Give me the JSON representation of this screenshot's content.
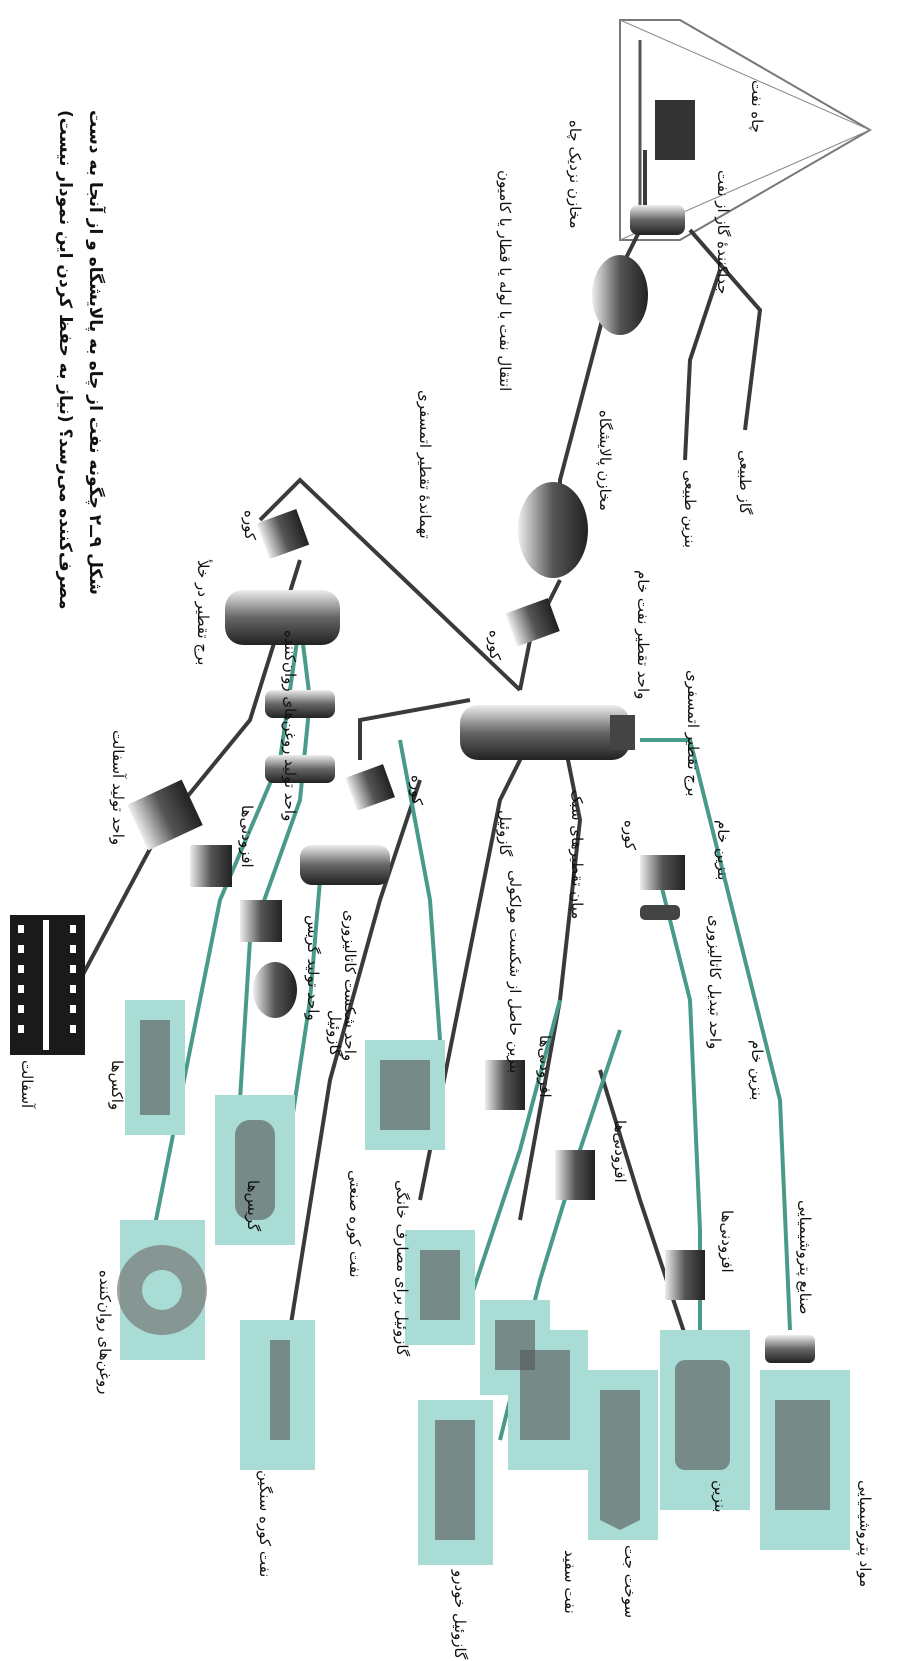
{
  "labels": {
    "oil_well": "چاه نفت",
    "gas_separator": "جداکنندهٔ گاز از نفت",
    "near_well_tanks": "مخازن نزدیک چاه",
    "transport": "انتقال نفت با لوله یا قطار یا کامیون",
    "natural_gas": "گاز طبیعی",
    "natural_gasoline": "بنزین طبیعی",
    "refinery_tanks": "مخازن پالایشگاه",
    "furnace_1": "کوره",
    "atm_residue": "تهماندهٔ تقطیر اتمسفری",
    "furnace_2": "کوره",
    "vacuum_tower": "برج تقطیر در خلأ",
    "crude_unit": "واحد تقطیر نفت خام",
    "atm_tower": "برج تقطیر اتمسفری",
    "raw_gasoline": "بنزین خام",
    "furnace_3": "کوره",
    "light_middle": "میان تقطیرهای سبک",
    "gasoil": "گازوئیل",
    "catalytic_conversion": "واحد تبدیل کاتالیزوری",
    "cracked_gasoline": "بنزین حاصل از شکست مولکولی",
    "catalytic_cracking": "واحد شکست کاتالیزوری",
    "furnace_4": "کوره",
    "lube_unit": "واحد تولید روغن‌های روان‌کننده",
    "additives_1": "افزودنی‌ها",
    "asphalt_unit": "واحد تولید آسفالت",
    "grease_unit": "واحد تولید گریس",
    "crude_gasoline_line": "بنزین خام",
    "petro_industry": "صنایع پتروشیمیایی",
    "additives_2": "افزودنی‌ها",
    "additives_3": "افزودنی‌ها",
    "additives_4": "افزودنی‌ها",
    "gasoil_industrial": "گازوئیل",
    "industrial_fuel": "نفت کوره صنعتی",
    "household_gasoil": "گازوئیل برای مصارف خانگی",
    "product_petrochem": "مواد پتروشیمیایی",
    "product_gasoline": "بنزین",
    "product_jet": "سوخت جت",
    "product_kerosene": "نفت سفید",
    "product_diesel": "گازوئیل خودرو",
    "product_heavy_fuel": "نفت کوره سنگین",
    "product_greases": "گریس‌ها",
    "product_lubricants": "روغن‌های روان‌کننده",
    "product_waxes": "واکس‌ها",
    "product_asphalt": "آسفالت"
  },
  "caption": {
    "line1": "شکل ۹ــ۲ چگونه نفت از چاه به پالایشگاه و از آنجا به دست",
    "line2": "مصرف‌کننده می‌رسد؟ (نیاز به حفظ کردن این نمودار نیست)"
  },
  "colors": {
    "pipe_dark": "#3a3a3a",
    "pipe_teal": "#4a9a8a",
    "product_box": "#a9dcd4",
    "equipment": "#555555"
  }
}
